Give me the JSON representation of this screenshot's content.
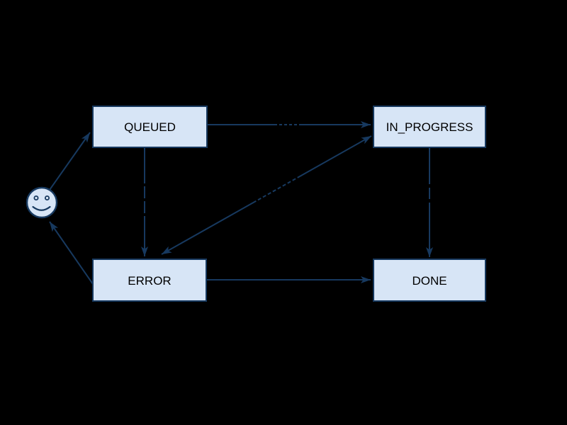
{
  "diagram": {
    "type": "state-machine",
    "background_color": "#000000",
    "colors": {
      "node_fill": "#d7e5f6",
      "line": "#17395f",
      "node_text": "#000000"
    },
    "nodes": {
      "queued": {
        "label": "QUEUED"
      },
      "in_progress": {
        "label": "IN_PROGRESS"
      },
      "error": {
        "label": "ERROR"
      },
      "done": {
        "label": "DONE"
      }
    },
    "start_marker": {
      "icon": "smiley-face-icon"
    },
    "edges": [
      {
        "from": "start",
        "to": "QUEUED",
        "label": ""
      },
      {
        "from": "QUEUED",
        "to": "IN_PROGRESS",
        "label": "",
        "label_illegible": true
      },
      {
        "from": "QUEUED",
        "to": "ERROR",
        "label": "",
        "label_illegible": true
      },
      {
        "from": "IN_PROGRESS",
        "to": "ERROR",
        "label": "",
        "label_illegible": true,
        "arrowheads_both_ends": true
      },
      {
        "from": "IN_PROGRESS",
        "to": "DONE",
        "label": "",
        "label_illegible": true
      },
      {
        "from": "ERROR",
        "to": "DONE",
        "label": ""
      },
      {
        "from": "ERROR",
        "to": "start",
        "label": ""
      }
    ]
  }
}
